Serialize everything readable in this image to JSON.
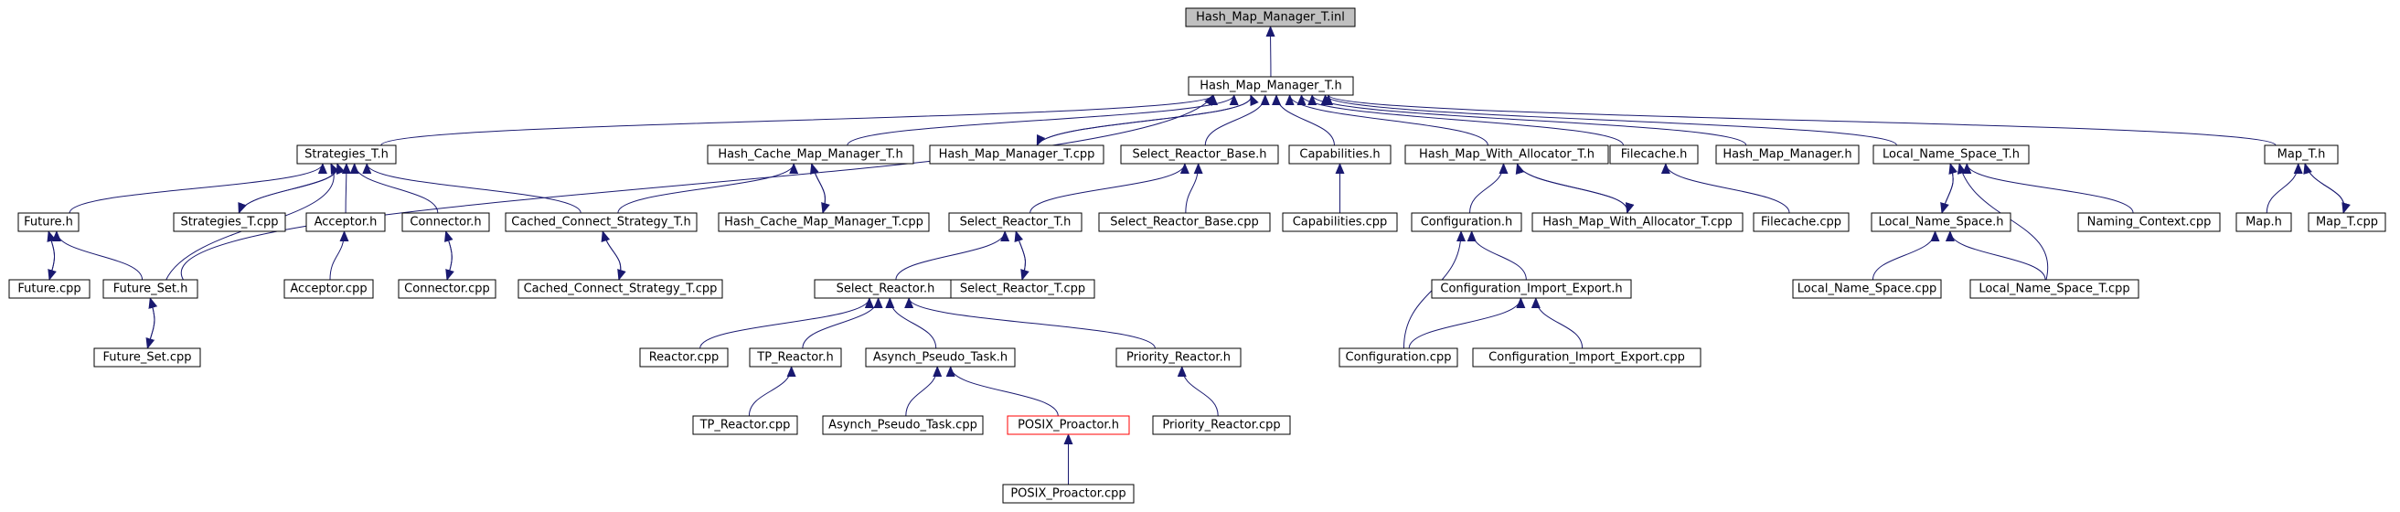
{
  "diagram": {
    "colors": {
      "edge": "#191970",
      "root_fill": "#c0c0c0",
      "node_stroke": "#000000",
      "highlight_stroke": "#ff0000"
    },
    "nodes": {
      "hash_map_manager_t_inl": "Hash_Map_Manager_T.inl",
      "hash_map_manager_t_h": "Hash_Map_Manager_T.h",
      "strategies_t_h": "Strategies_T.h",
      "hash_cache_map_manager_t_h": "Hash_Cache_Map_Manager_T.h",
      "hash_map_manager_t_cpp": "Hash_Map_Manager_T.cpp",
      "select_reactor_base_h": "Select_Reactor_Base.h",
      "capabilities_h": "Capabilities.h",
      "hash_map_with_allocator_t_h": "Hash_Map_With_Allocator_T.h",
      "filecache_h": "Filecache.h",
      "hash_map_manager_h": "Hash_Map_Manager.h",
      "local_name_space_t_h": "Local_Name_Space_T.h",
      "map_t_h": "Map_T.h",
      "future_h": "Future.h",
      "strategies_t_cpp": "Strategies_T.cpp",
      "acceptor_h": "Acceptor.h",
      "connector_h": "Connector.h",
      "cached_connect_strategy_t_h": "Cached_Connect_Strategy_T.h",
      "hash_cache_map_manager_t_cpp": "Hash_Cache_Map_Manager_T.cpp",
      "select_reactor_t_h": "Select_Reactor_T.h",
      "select_reactor_base_cpp": "Select_Reactor_Base.cpp",
      "capabilities_cpp": "Capabilities.cpp",
      "configuration_h": "Configuration.h",
      "hash_map_with_allocator_t_cpp": "Hash_Map_With_Allocator_T.cpp",
      "filecache_cpp": "Filecache.cpp",
      "local_name_space_h": "Local_Name_Space.h",
      "naming_context_cpp": "Naming_Context.cpp",
      "map_h": "Map.h",
      "map_t_cpp": "Map_T.cpp",
      "future_cpp": "Future.cpp",
      "future_set_h": "Future_Set.h",
      "acceptor_cpp": "Acceptor.cpp",
      "connector_cpp": "Connector.cpp",
      "cached_connect_strategy_t_cpp": "Cached_Connect_Strategy_T.cpp",
      "select_reactor_h": "Select_Reactor.h",
      "select_reactor_t_cpp": "Select_Reactor_T.cpp",
      "configuration_import_export_h": "Configuration_Import_Export.h",
      "local_name_space_cpp": "Local_Name_Space.cpp",
      "local_name_space_t_cpp": "Local_Name_Space_T.cpp",
      "future_set_cpp": "Future_Set.cpp",
      "reactor_cpp": "Reactor.cpp",
      "tp_reactor_h": "TP_Reactor.h",
      "asynch_pseudo_task_h": "Asynch_Pseudo_Task.h",
      "priority_reactor_h": "Priority_Reactor.h",
      "configuration_cpp": "Configuration.cpp",
      "configuration_import_export_cpp": "Configuration_Import_Export.cpp",
      "tp_reactor_cpp": "TP_Reactor.cpp",
      "asynch_pseudo_task_cpp": "Asynch_Pseudo_Task.cpp",
      "posix_proactor_h": "POSIX_Proactor.h",
      "priority_reactor_cpp": "Priority_Reactor.cpp",
      "posix_proactor_cpp": "POSIX_Proactor.cpp"
    }
  }
}
